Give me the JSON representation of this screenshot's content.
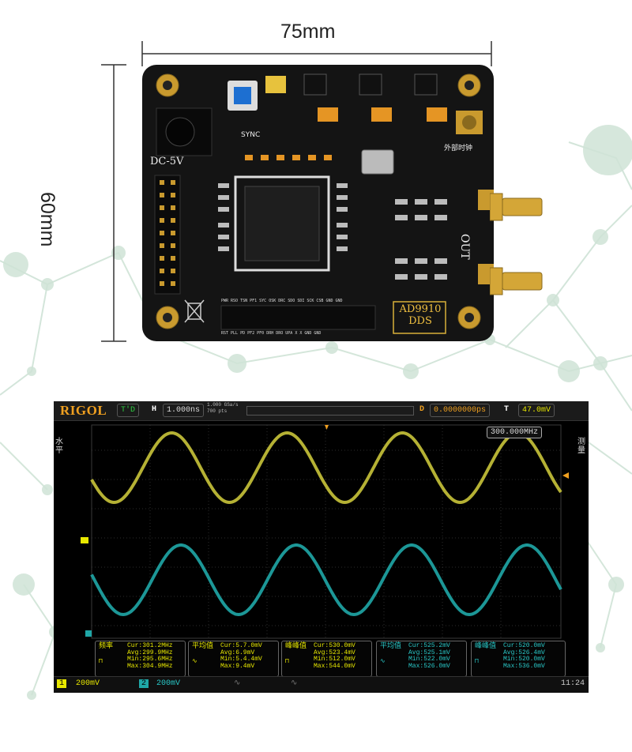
{
  "dimensions": {
    "width_label": "75mm",
    "height_label": "60mm"
  },
  "board": {
    "dc_label": "DC-5V",
    "sync_label": "SYNC",
    "out_label": "OUT",
    "ext_clock_label": "外部时钟",
    "chip_label": "AD9910",
    "dds_label": "DDS",
    "bottom_header_top": "PWR RSO TSN PF1 SYC OSK DRC SDO SDI SCK CSB GND GND",
    "bottom_header_bot": "RST PLL PD PF2 PF0 DRH DRO UPA X X GND GND"
  },
  "scope": {
    "brand": "RIGOL",
    "run_state": "T'D",
    "h_label": "H",
    "timebase": "1.000ns",
    "sample_rate": "1.000 GSa/s",
    "mem_depth": "700 pts",
    "d_label": "D",
    "delay": "0.0000000ps",
    "t_label": "T",
    "trigger_level": "47.0mV",
    "cursor_readout": "300.000MHz",
    "left_side_label": "水平",
    "right_side_label": "测量",
    "ch1_scale": "200mV",
    "ch2_scale": "200mV",
    "clock": "11:24",
    "colors": {
      "ch1": "#c9c43a",
      "ch2": "#1fa7a7",
      "accent": "#f0a020"
    },
    "measurements": [
      {
        "label": "频率",
        "cur": "Cur:301.2MHz",
        "avg": "Avg:299.9MHz",
        "min": "Min:295.6MHz",
        "max": "Max:304.9MHz",
        "channel": "1"
      },
      {
        "label": "平均值",
        "cur": "Cur:5.7.0mV",
        "avg": "Avg:6.9mV",
        "min": "Min:5.4.4mV",
        "max": "Max:9.4mV",
        "channel": "1"
      },
      {
        "label": "峰峰值",
        "cur": "Cur:530.0mV",
        "avg": "Avg:523.4mV",
        "min": "Min:512.0mV",
        "max": "Max:544.0mV",
        "channel": "1"
      },
      {
        "label": "平均值",
        "cur": "Cur:525.2mV",
        "avg": "Avg:525.1mV",
        "min": "Min:522.0mV",
        "max": "Max:526.0mV",
        "channel": "2"
      },
      {
        "label": "峰峰值",
        "cur": "Cur:520.0mV",
        "avg": "Avg:526.4mV",
        "min": "Min:520.0mV",
        "max": "Max:536.0mV",
        "channel": "2"
      }
    ]
  }
}
